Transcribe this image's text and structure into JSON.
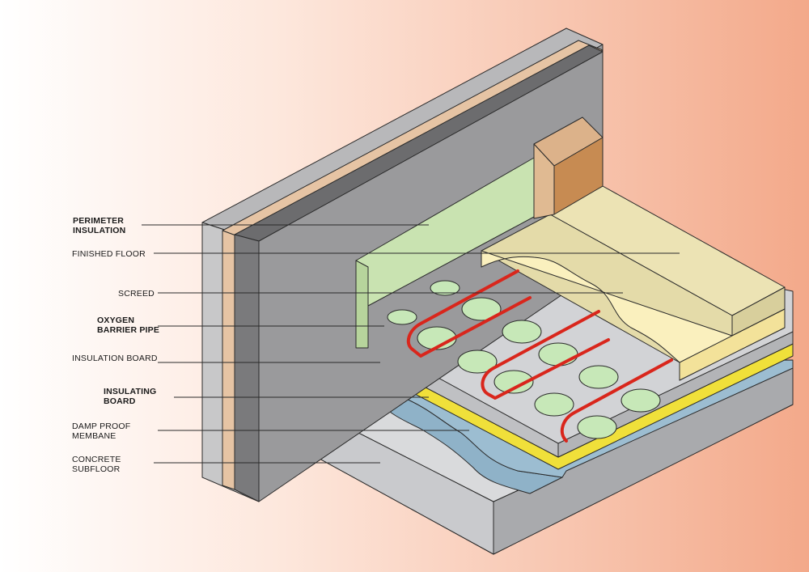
{
  "colors": {
    "background_left": "#ffffff",
    "background_right": "#f3a98a",
    "wall_face": "#c8c8c9",
    "wall_dark": "#7a7a7c",
    "perimeter_insulation": "#e6c4a4",
    "green_insulation": "#c9e3b1",
    "finished_floor": "#ece3b4",
    "screed": "#faf0be",
    "pipe": "#d9261c",
    "pipe_clip": "#c7e8b8",
    "insulation_board": "#d2d3d6",
    "yellow_layer": "#f0e03a",
    "damp_membrane": "#8fb2c8",
    "concrete": "#d9dadc",
    "skirting": "#c78b52"
  },
  "labels": [
    {
      "id": "perimeter-insulation",
      "text": "PERIMETER\nINSULATION",
      "bold": true
    },
    {
      "id": "finished-floor",
      "text": "FINISHED FLOOR",
      "bold": false
    },
    {
      "id": "screed",
      "text": "SCREED",
      "bold": false
    },
    {
      "id": "oxygen-barrier-pipe",
      "text": "OXYGEN\nBARRIER PIPE",
      "bold": true
    },
    {
      "id": "insulation-board",
      "text": "INSULATION BOARD",
      "bold": false
    },
    {
      "id": "insulating-board",
      "text": "INSULATING\nBOARD",
      "bold": true
    },
    {
      "id": "damp-proof-membrane",
      "text": "DAMP PROOF\nMEMBANE",
      "bold": false
    },
    {
      "id": "concrete-subfloor",
      "text": "CONCRETE\nSUBFLOOR",
      "bold": false
    }
  ]
}
